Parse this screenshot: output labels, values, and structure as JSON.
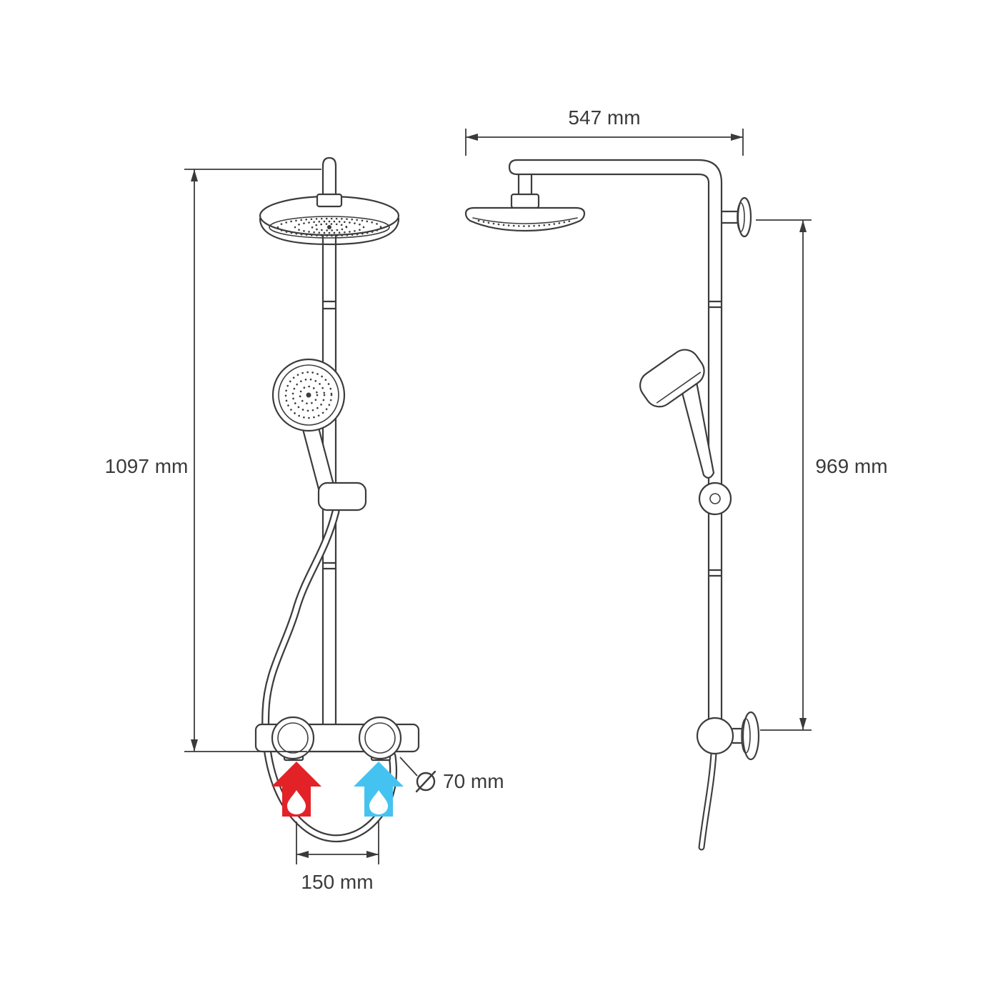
{
  "canvas": {
    "background": "#ffffff",
    "line_color": "#3c3c3c"
  },
  "drawing": {
    "kind": "technical-line-drawing",
    "subject": "shower column with overhead shower, hand shower and thermostatic mixer, front and side views",
    "dimensions": {
      "overall_height": {
        "label": "1097 mm"
      },
      "arm_reach": {
        "label": "547 mm"
      },
      "rail_height": {
        "label": "969 mm"
      },
      "connection_diameter": {
        "label": "70 mm",
        "symbol": "diameter-circle-slash"
      },
      "inlet_spacing": {
        "label": "150 mm"
      }
    },
    "markers": {
      "hot_inlet": {
        "name": "hot-water-inlet",
        "color": "#e32227"
      },
      "cold_inlet": {
        "name": "cold-water-inlet",
        "color": "#45c3f0"
      }
    }
  }
}
